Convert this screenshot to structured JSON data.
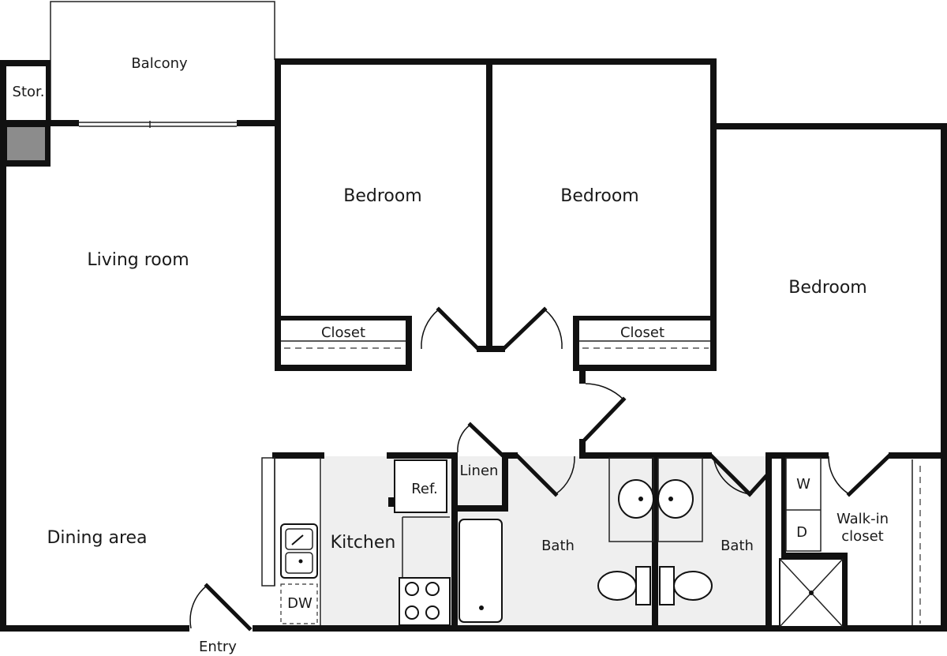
{
  "rooms": {
    "balcony": "Balcony",
    "storage": "Stor.",
    "living_room": "Living room",
    "bedroom_1": "Bedroom",
    "bedroom_2": "Bedroom",
    "bedroom_3": "Bedroom",
    "closet_1": "Closet",
    "closet_2": "Closet",
    "dining_area": "Dining area",
    "kitchen": "Kitchen",
    "refrigerator": "Ref.",
    "linen": "Linen",
    "bath_1": "Bath",
    "bath_2": "Bath",
    "washer": "W",
    "dryer": "D",
    "walk_in_closet_line1": "Walk-in",
    "walk_in_closet_line2": "closet",
    "dishwasher": "DW",
    "entry": "Entry"
  },
  "colors": {
    "wall": "#111111",
    "tile_floor": "#efefef",
    "shaft": "#8c8c8c"
  }
}
